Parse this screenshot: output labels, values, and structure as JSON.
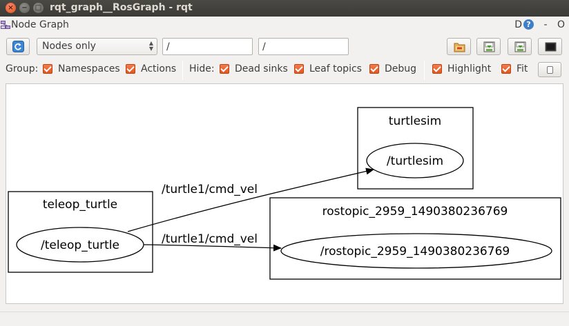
{
  "window": {
    "title": "rqt_graph__RosGraph - rqt",
    "close_glyph": "×",
    "minimize_glyph": "−",
    "maximize_glyph": "□"
  },
  "dock": {
    "title": "Node Graph",
    "d_label": "D",
    "help_label": "?",
    "minus_label": "-",
    "o_label": "O"
  },
  "toolbar": {
    "refresh_icon": "refresh-icon",
    "graph_type": "Nodes only",
    "namespace_filter": "/",
    "topic_filter": "/",
    "buttons": [
      "load-dot-icon",
      "save-dot-icon",
      "save-svg-icon",
      "screenshot-icon"
    ]
  },
  "options": {
    "group_label": "Group:",
    "namespaces": "Namespaces",
    "actions": "Actions",
    "hide_label": "Hide:",
    "dead_sinks": "Dead sinks",
    "leaf_topics": "Leaf topics",
    "debug": "Debug",
    "highlight": "Highlight",
    "fit": "Fit"
  },
  "graph": {
    "namespaces": [
      {
        "label": "turtlesim",
        "node": "/turtlesim"
      },
      {
        "label": "teleop_turtle",
        "node": "/teleop_turtle"
      },
      {
        "label": "rostopic_2959_1490380236769",
        "node": "/rostopic_2959_1490380236769"
      }
    ],
    "edges": [
      {
        "from": "/teleop_turtle",
        "to": "/turtlesim",
        "label": "/turtle1/cmd_vel"
      },
      {
        "from": "/teleop_turtle",
        "to": "/rostopic_2959_1490380236769",
        "label": "/turtle1/cmd_vel"
      }
    ]
  },
  "colors": {
    "titlebar": "#3c3b37",
    "close_button": "#e3541e",
    "checkbox": "#e1571f",
    "background": "#f2f1f0"
  }
}
